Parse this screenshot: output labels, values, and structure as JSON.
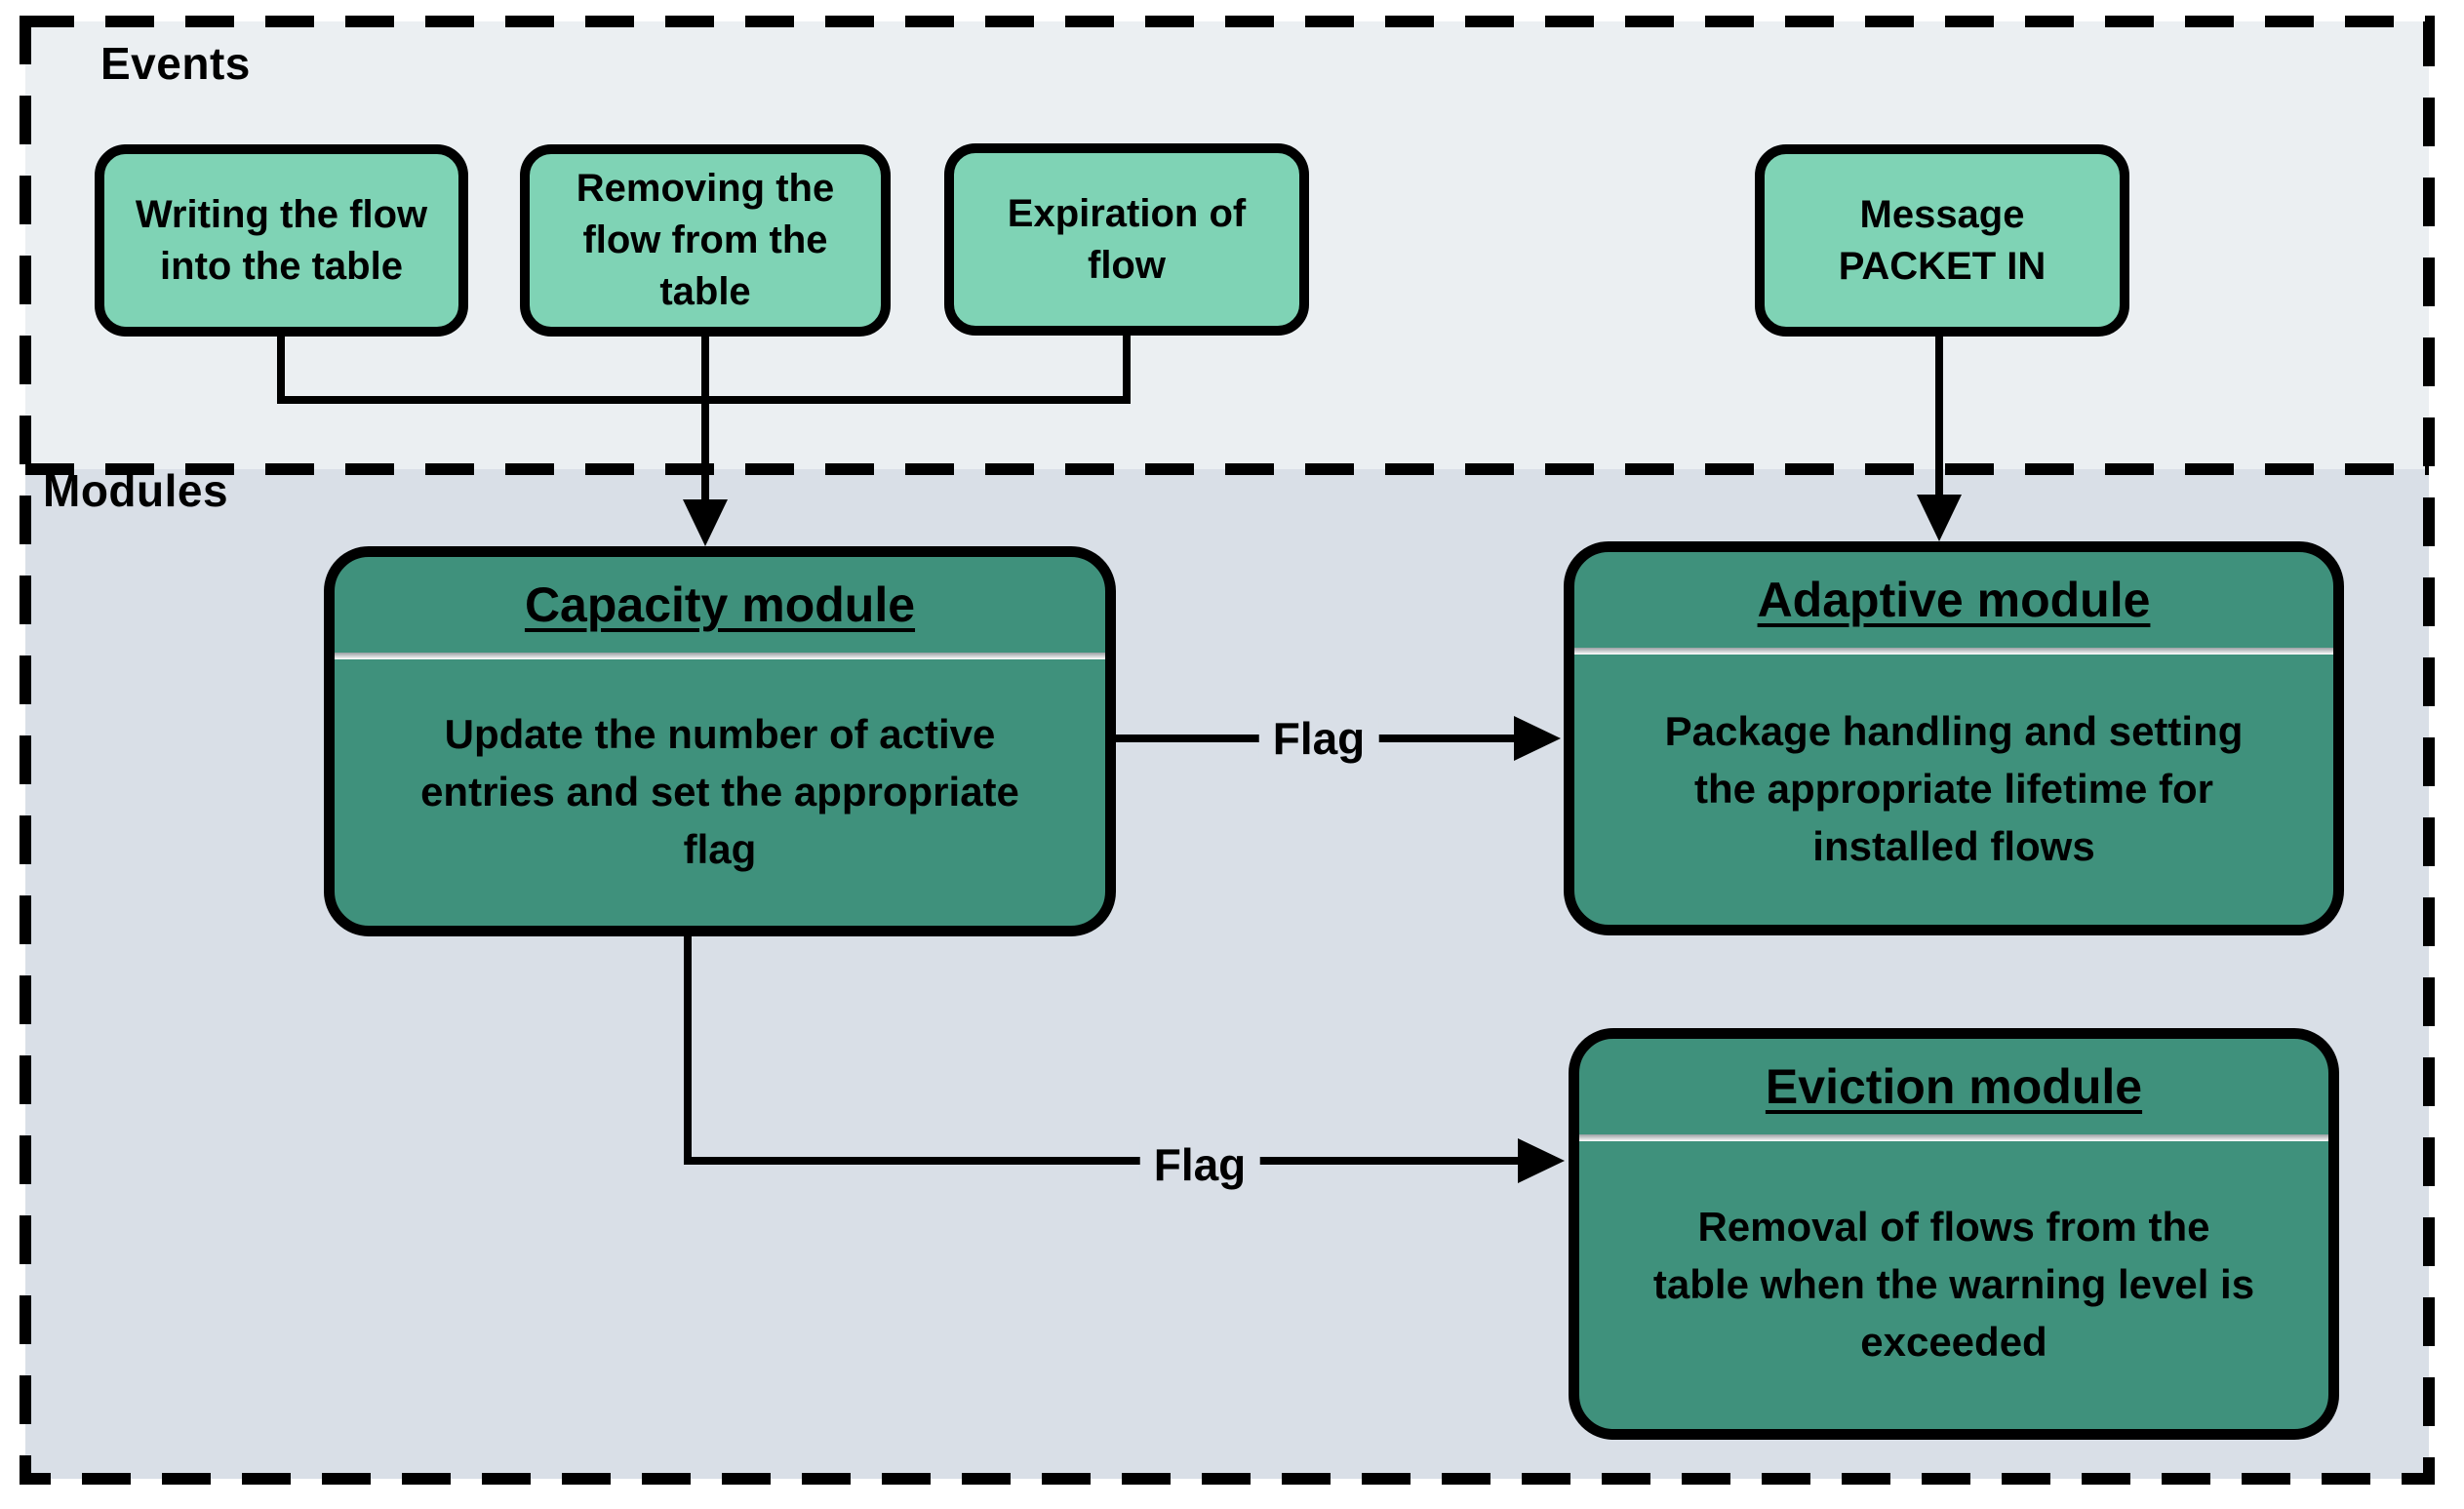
{
  "diagram": {
    "events_section": {
      "label": "Events",
      "boxes": {
        "writing": {
          "text": "Writing the flow\ninto the table"
        },
        "removing": {
          "text": "Removing the\nflow from the\ntable"
        },
        "expiration": {
          "text": "Expiration of\nflow"
        },
        "packet_in": {
          "text": "Message\nPACKET IN"
        }
      }
    },
    "modules_section": {
      "label": "Modules",
      "modules": {
        "capacity": {
          "title": "Capacity module",
          "body": "Update the number of active\nentries and set the appropriate\nflag"
        },
        "adaptive": {
          "title": "Adaptive module",
          "body": "Package handling and setting\nthe appropriate lifetime for\ninstalled flows"
        },
        "eviction": {
          "title": "Eviction module",
          "body": "Removal of flows from the\ntable when the warning level is\nexceeded"
        }
      }
    },
    "edges": {
      "capacity_to_adaptive_label": "Flag",
      "capacity_to_eviction_label": "Flag"
    },
    "colors": {
      "event_box_fill": "#7fd3b5",
      "module_box_fill": "#3f917c",
      "events_bg": "#ebeff2",
      "modules_bg": "#d9dfe7",
      "line": "#000000"
    }
  }
}
